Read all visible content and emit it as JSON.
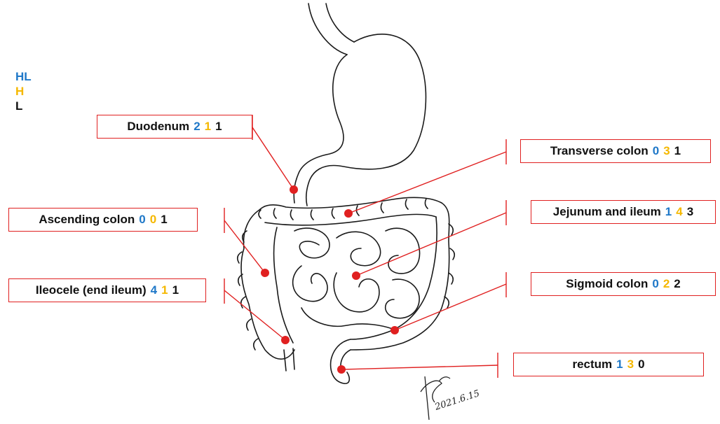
{
  "legend": {
    "hl": "HL",
    "h": "H",
    "l": "L"
  },
  "colors": {
    "hl": "#1f78c8",
    "h": "#f5b800",
    "l": "#111111",
    "marker": "#e02020"
  },
  "labels": {
    "duodenum": {
      "name": "Duodenum",
      "hl": "2",
      "h": "1",
      "l": "1"
    },
    "ascending": {
      "name": "Ascending colon",
      "hl": "0",
      "h": "0",
      "l": "1"
    },
    "ileocele": {
      "name": "Ileocele (end ileum)",
      "hl": "4",
      "h": "1",
      "l": "1"
    },
    "transverse": {
      "name": "Transverse colon",
      "hl": "0",
      "h": "3",
      "l": "1"
    },
    "jejunum": {
      "name": "Jejunum and ileum",
      "hl": "1",
      "h": "4",
      "l": "3"
    },
    "sigmoid": {
      "name": "Sigmoid colon",
      "hl": "0",
      "h": "2",
      "l": "2"
    },
    "rectum": {
      "name": "rectum",
      "hl": "1",
      "h": "3",
      "l": "0"
    }
  },
  "signature": "2021.6.15"
}
